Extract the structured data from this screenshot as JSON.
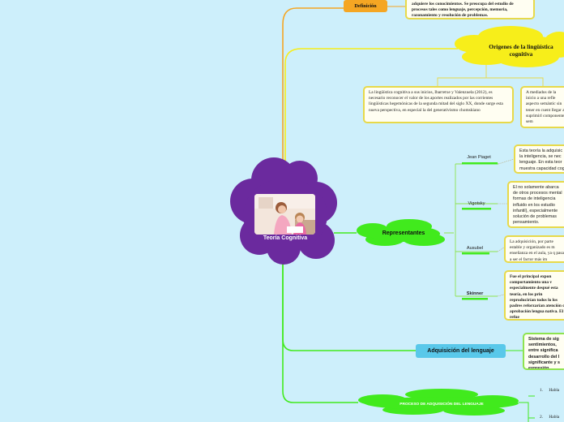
{
  "colors": {
    "background": "#cdeffb",
    "center": "#6b2a9e",
    "orange": "#f5a623",
    "yellow": "#f7ee1a",
    "green": "#41ea1d",
    "blue": "#59c8ea"
  },
  "center": {
    "title": "Teoría Cognitiva",
    "image_description": "teacher-with-child-photo"
  },
  "definicion": {
    "label": "Definición",
    "text": "adquiere los conocimientos. Se preocupa del estudio de procesos tales como lenguaje, percepción, memoria, razonamiento y resolución de problemas."
  },
  "origenes": {
    "label": "Origenes de la lingüística cognitiva",
    "text_left": "La lingüística cognitiva a sus inicios, Ibarretxe y Valenzuela (2012), es necesario reconocer el valor de los aportes realizados por las corrientes lingüísticas hegemónicas de la segunda mitad del siglo XX, donde surge esta nueva perspectiva, en especial la del generativismo chomskiano",
    "text_right": "A mediados de la inicio a una refle aspecto semántic sin tener en cuent llegar a suprimirl componente sem"
  },
  "representantes": {
    "label": "Representantes",
    "items": [
      {
        "name": "Jean Piaget",
        "text": "Esta teoría la adquisic la inteligencia, se nec lenguaje. En esta teor muestra capacidad cog"
      },
      {
        "name": "Vigotsky",
        "text": "El no solamente abarca de otros procesos mental formas de inteligencia influido en los estudio infantil), especialmente solución de problemas pensamiento."
      },
      {
        "name": "Ausubel",
        "text": "La adquisición, por parte estable y organizado es m enseñanza en el aula, ya q pasa a ser el factor más im"
      },
      {
        "name": "Skinner",
        "text": "Fue el principal expon comportamiento una v especialmente despué esta teoría, en los prin reproducirían todos lo los padres reforzarían atención o aprobación lengua nativa. El refue"
      }
    ]
  },
  "adquisicion": {
    "label": "Adquisición del lenguaje",
    "text": "Sistema de sig sentimientos, entre significa desarrollo del l significante y s expresión."
  },
  "proceso": {
    "label": "PROCESO DE ADQUISICIÓN DEL LENGUAJE",
    "items": [
      {
        "num": "1.",
        "text": "Habla"
      },
      {
        "num": "2.",
        "text": "Habla"
      }
    ]
  }
}
